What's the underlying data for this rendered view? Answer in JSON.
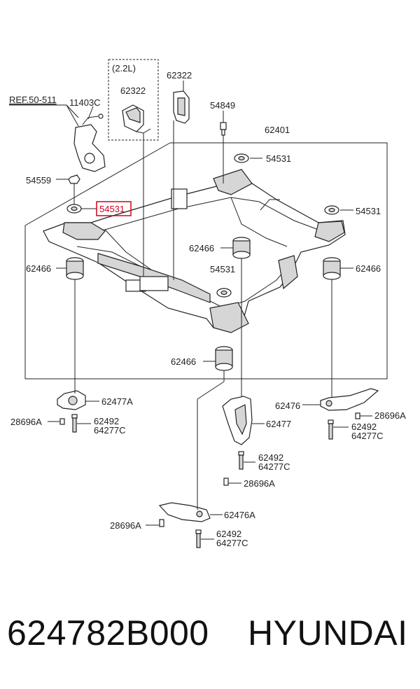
{
  "diagram": {
    "variant_label": "(2.2L)",
    "ref_label": "REF.50-511",
    "highlighted_part": "54531",
    "parts": {
      "p11403C": "11403C",
      "p62322_box": "62322",
      "p62322": "62322",
      "p54849": "54849",
      "p62401": "62401",
      "p54531_upper": "54531",
      "p54559": "54559",
      "p54531_left": "54531",
      "p54531_right": "54531",
      "p62466_mid": "62466",
      "p54531_mid": "54531",
      "p62466_left": "62466",
      "p62466_right": "62466",
      "p62466_low": "62466",
      "p62477A": "62477A",
      "p28696A_left": "28696A",
      "p62492_left": "62492",
      "p64277C_left": "64277C",
      "p62476": "62476",
      "p28696A_right": "28696A",
      "p62492_right": "62492",
      "p64277C_right": "64277C",
      "p62477": "62477",
      "p62492_mid": "62492",
      "p64277C_mid": "64277C",
      "p28696A_mid": "28696A",
      "p62476A": "62476A",
      "p28696A_low": "28696A",
      "p62492_low": "62492",
      "p64277C_low": "64277C"
    }
  },
  "caption": {
    "part_number": "624782B000",
    "brand": "HYUNDAI"
  },
  "colors": {
    "highlight": "#d0021b",
    "line": "#222222"
  }
}
